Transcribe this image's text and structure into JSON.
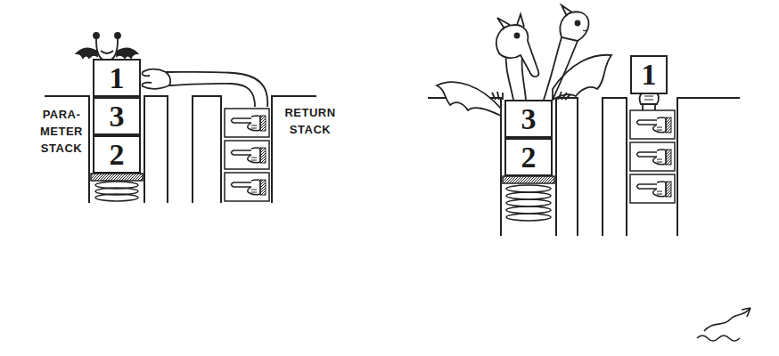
{
  "diagram": {
    "nodes": [
      {
        "text": [
          "1"
        ]
      },
      {
        "text": [
          "3"
        ]
      },
      {
        "text": [
          "2"
        ]
      },
      {
        "text": [
          "3"
        ]
      },
      {
        "text": [
          "2"
        ]
      },
      {
        "text": [
          "1"
        ]
      }
    ],
    "labels": [
      "PARA- METER STACK",
      "RETURN STACK"
    ]
  }
}
